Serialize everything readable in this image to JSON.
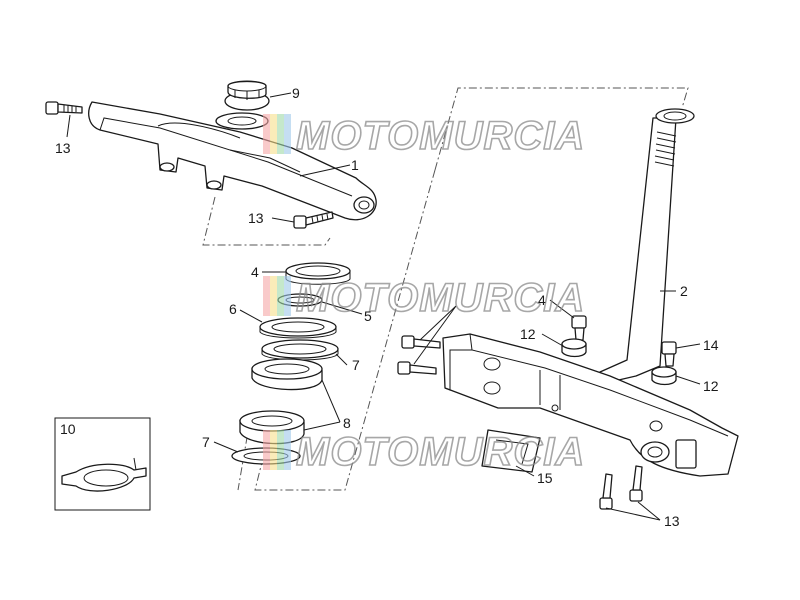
{
  "watermark": {
    "text": "MOTOMURCIA",
    "stripe_colors": [
      "#f5a6a6",
      "#f7e08a",
      "#9fd9a8",
      "#9fc8ea"
    ]
  },
  "callouts": {
    "c1": "1",
    "c2": "2",
    "c4a": "4",
    "c4b": "4",
    "c5": "5",
    "c6": "6",
    "c7a": "7",
    "c7b": "7",
    "c8": "8",
    "c9": "9",
    "c10": "10",
    "c12a": "12",
    "c12b": "12",
    "c13a": "13",
    "c13b": "13",
    "c13c": "13",
    "c14": "14",
    "c15": "15"
  },
  "colors": {
    "line": "#1a1a1a",
    "dash": "#555555",
    "background": "#ffffff"
  }
}
